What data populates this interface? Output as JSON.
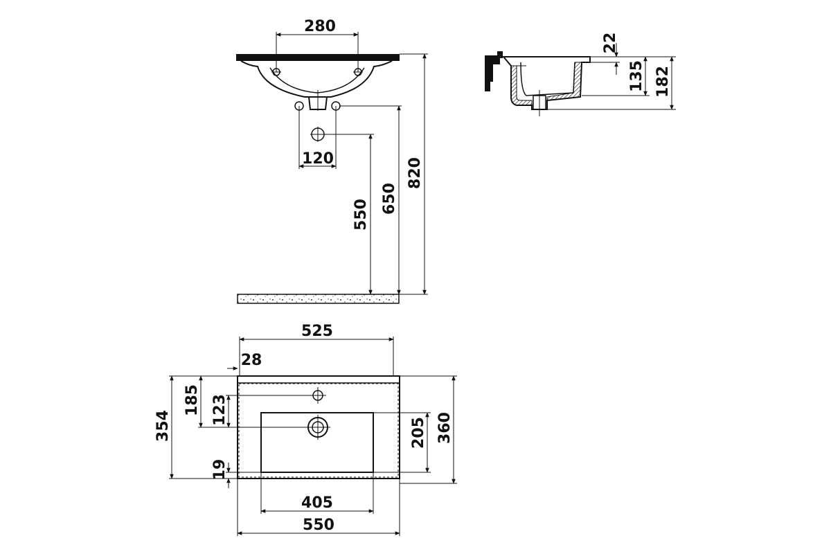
{
  "front_view": {
    "tap_hole_spacing": "280",
    "mount_hole_spacing": "120",
    "mount_height": "550",
    "drain_height": "650",
    "top_height": "820"
  },
  "side_view": {
    "rim_thickness": "22",
    "bowl_depth": "135",
    "total_height": "182"
  },
  "plan_view": {
    "inner_width": "525",
    "edge_offset": "28",
    "tap_offset": "185",
    "drain_offset": "123",
    "depth_inner": "354",
    "bowl_length": "205",
    "depth_outer": "360",
    "bowl_inset": "19",
    "bowl_width": "405",
    "total_width": "550"
  },
  "colors": {
    "line": "#111111",
    "background": "#ffffff"
  }
}
